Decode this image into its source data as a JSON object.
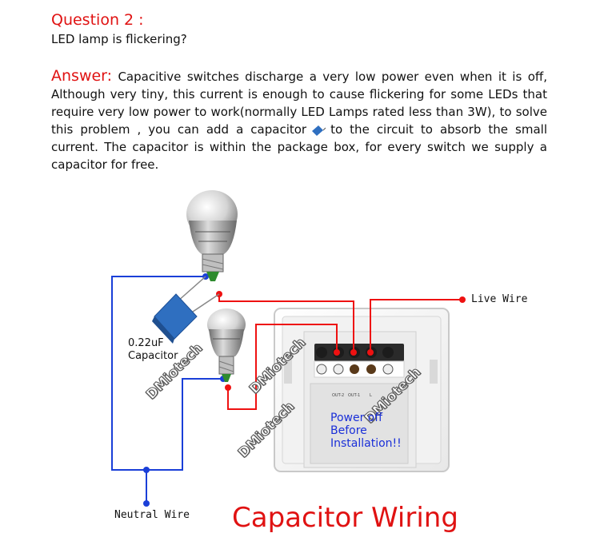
{
  "question": {
    "title": "Question 2 :",
    "subtitle": "LED lamp is flickering?"
  },
  "answer": {
    "label": "Answer:",
    "text_before_icon": " Capacitive switches discharge a very low power even when it is off, Although very tiny, this current is enough to cause flickering for some LEDs that require very low power to work(normally LED Lamps rated less than 3W), to solve this problem , you can add a capacitor",
    "text_after_icon": "to the circuit to absorb the small current. The capacitor is within the package box, for every switch we supply a capacitor for free."
  },
  "diagram": {
    "live_wire_label": "Live Wire",
    "neutral_wire_label": "Neutral Wire",
    "capacitor_label_line1": "0.22uF",
    "capacitor_label_line2": "Capacitor",
    "warning_line1": "Power off",
    "warning_line2": "Before",
    "warning_line3": "Installation!!",
    "terminal_labels": [
      "OUT-2",
      "OUT-1",
      "L"
    ],
    "watermark": "DMiotech",
    "title": "Capacitor Wiring"
  },
  "colors": {
    "accent_red": "#e01212",
    "wire_red": "#ee1111",
    "wire_blue": "#1a3fd8",
    "capacitor_blue": "#2f6fc0",
    "warning_text": "#1a2fd8"
  }
}
